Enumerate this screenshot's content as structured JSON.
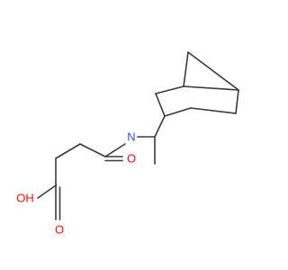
{
  "molecule": {
    "atoms": {
      "nitrogen": "N",
      "amide_oxygen": "O",
      "acid_oxygen": "O",
      "hydroxyl": "OH"
    },
    "colors": {
      "bond": "#3a3a3a",
      "nitrogen": "#3050f8",
      "oxygen": "#ff0d0d"
    }
  }
}
